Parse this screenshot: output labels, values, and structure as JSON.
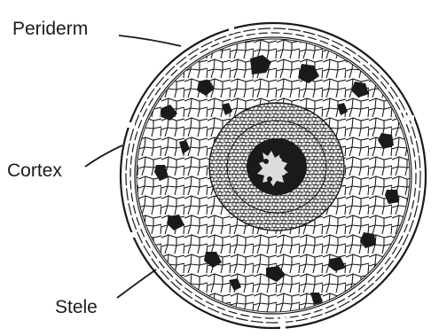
{
  "labels": {
    "periderm": "Periderm",
    "cortex": "Cortex",
    "stele": "Stele"
  },
  "colors": {
    "ink": "#1a1a1a",
    "cell_fill": "#ffffff",
    "background": "#ffffff"
  }
}
